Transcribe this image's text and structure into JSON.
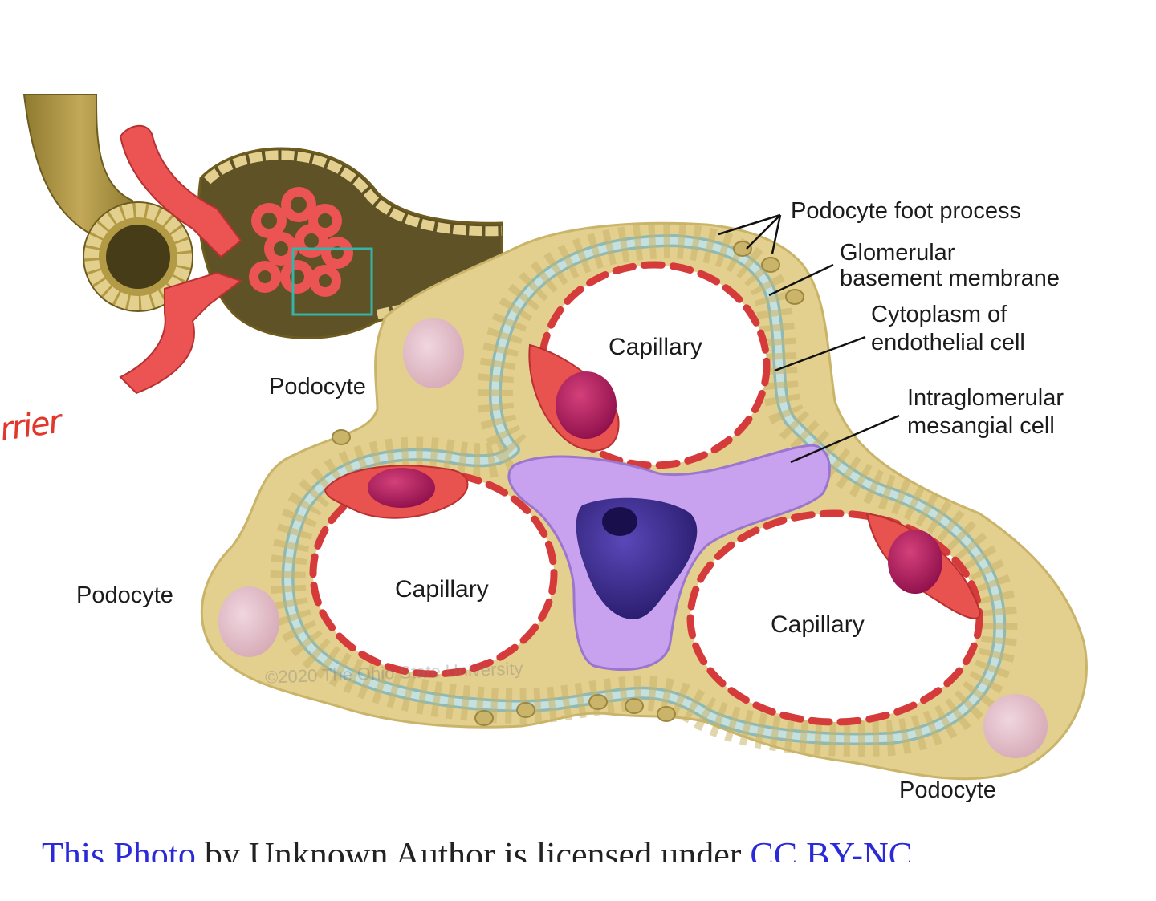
{
  "labels": {
    "podocyte_foot_process": "Podocyte foot process",
    "glomerular_bm_line1": "Glomerular",
    "glomerular_bm_line2": "basement membrane",
    "cytoplasm_line1": "Cytoplasm of",
    "cytoplasm_line2": "endothelial cell",
    "mesangial_line1": "Intraglomerular",
    "mesangial_line2": "mesangial cell",
    "podocyte_top": "Podocyte",
    "podocyte_left": "Podocyte",
    "podocyte_bottom": "Podocyte",
    "capillary_top": "Capillary",
    "capillary_left": "Capillary",
    "capillary_right": "Capillary"
  },
  "watermark": "©2020 The Ohio State University",
  "handwriting": "rrier",
  "credit": {
    "link_photo": "This Photo",
    "text_mid": " by Unknown Author is licensed under ",
    "link_license": "CC BY-NC"
  },
  "colors": {
    "podocyte_fill": "#e3cf8e",
    "podocyte_dark": "#c9b46a",
    "basement_membrane": "#b8d6d2",
    "endothelium_red": "#d63b3b",
    "endothelial_nucleus": "#a3175a",
    "mesangial_fill": "#c8a2ee",
    "mesangial_nucleus": "#3d2a8a",
    "tubule_brown": "#b39a45",
    "highlight_box": "#37b3a8",
    "link_blue": "#2a2ad8"
  }
}
